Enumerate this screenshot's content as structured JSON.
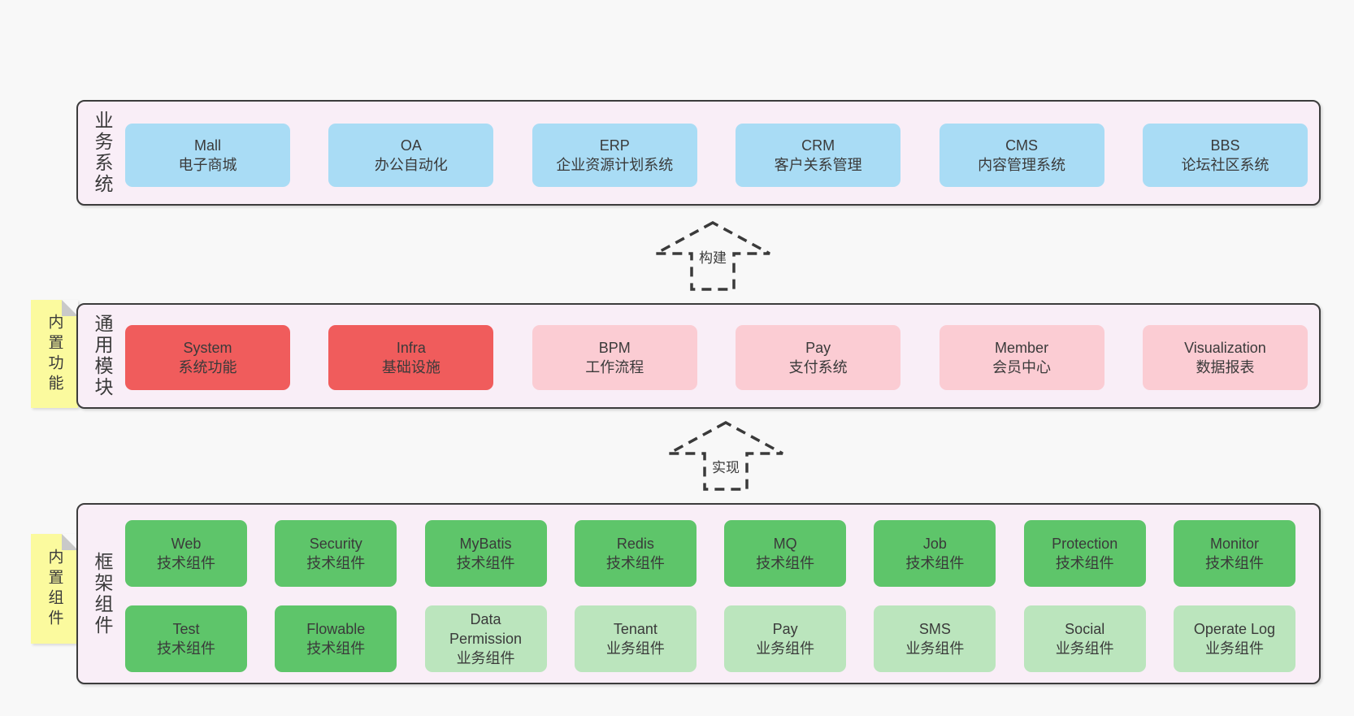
{
  "colors": {
    "page_bg": "#f8f8f8",
    "section_bg": "#f9eef7",
    "section_border": "#3c3c3c",
    "text": "#3a3a3a",
    "blue": "#a9dcf5",
    "red": "#f05c5c",
    "pink": "#fbccd3",
    "green_dark": "#5ec56a",
    "green_light": "#bbe5bd",
    "note_yellow": "#fbfa9e",
    "note_fold": "#c9c9c9"
  },
  "sections": {
    "business": {
      "label": "业务系统",
      "boxes": [
        {
          "name": "Mall",
          "desc": "电子商城",
          "tone": "blue"
        },
        {
          "name": "OA",
          "desc": "办公自动化",
          "tone": "blue"
        },
        {
          "name": "ERP",
          "desc": "企业资源计划系统",
          "tone": "blue"
        },
        {
          "name": "CRM",
          "desc": "客户关系管理",
          "tone": "blue"
        },
        {
          "name": "CMS",
          "desc": "内容管理系统",
          "tone": "blue"
        },
        {
          "name": "BBS",
          "desc": "论坛社区系统",
          "tone": "blue"
        }
      ]
    },
    "modules": {
      "label": "通用模块",
      "note": "内置功能",
      "boxes": [
        {
          "name": "System",
          "desc": "系统功能",
          "tone": "red"
        },
        {
          "name": "Infra",
          "desc": "基础设施",
          "tone": "red"
        },
        {
          "name": "BPM",
          "desc": "工作流程",
          "tone": "pink"
        },
        {
          "name": "Pay",
          "desc": "支付系统",
          "tone": "pink"
        },
        {
          "name": "Member",
          "desc": "会员中心",
          "tone": "pink"
        },
        {
          "name": "Visualization",
          "desc": "数据报表",
          "tone": "pink"
        }
      ]
    },
    "framework": {
      "label": "框架组件",
      "note": "内置组件",
      "row1": [
        {
          "name": "Web",
          "desc": "技术组件",
          "tone": "green"
        },
        {
          "name": "Security",
          "desc": "技术组件",
          "tone": "green"
        },
        {
          "name": "MyBatis",
          "desc": "技术组件",
          "tone": "green"
        },
        {
          "name": "Redis",
          "desc": "技术组件",
          "tone": "green"
        },
        {
          "name": "MQ",
          "desc": "技术组件",
          "tone": "green"
        },
        {
          "name": "Job",
          "desc": "技术组件",
          "tone": "green"
        },
        {
          "name": "Protection",
          "desc": "技术组件",
          "tone": "green"
        },
        {
          "name": "Monitor",
          "desc": "技术组件",
          "tone": "green"
        }
      ],
      "row2": [
        {
          "name": "Test",
          "desc": "技术组件",
          "tone": "green"
        },
        {
          "name": "Flowable",
          "desc": "技术组件",
          "tone": "green"
        },
        {
          "name": "Data Permission",
          "desc": "业务组件",
          "tone": "green-light"
        },
        {
          "name": "Tenant",
          "desc": "业务组件",
          "tone": "green-light"
        },
        {
          "name": "Pay",
          "desc": "业务组件",
          "tone": "green-light"
        },
        {
          "name": "SMS",
          "desc": "业务组件",
          "tone": "green-light"
        },
        {
          "name": "Social",
          "desc": "业务组件",
          "tone": "green-light"
        },
        {
          "name": "Operate Log",
          "desc": "业务组件",
          "tone": "green-light"
        }
      ]
    }
  },
  "arrows": {
    "build": {
      "label": "构建"
    },
    "implement": {
      "label": "实现"
    }
  }
}
